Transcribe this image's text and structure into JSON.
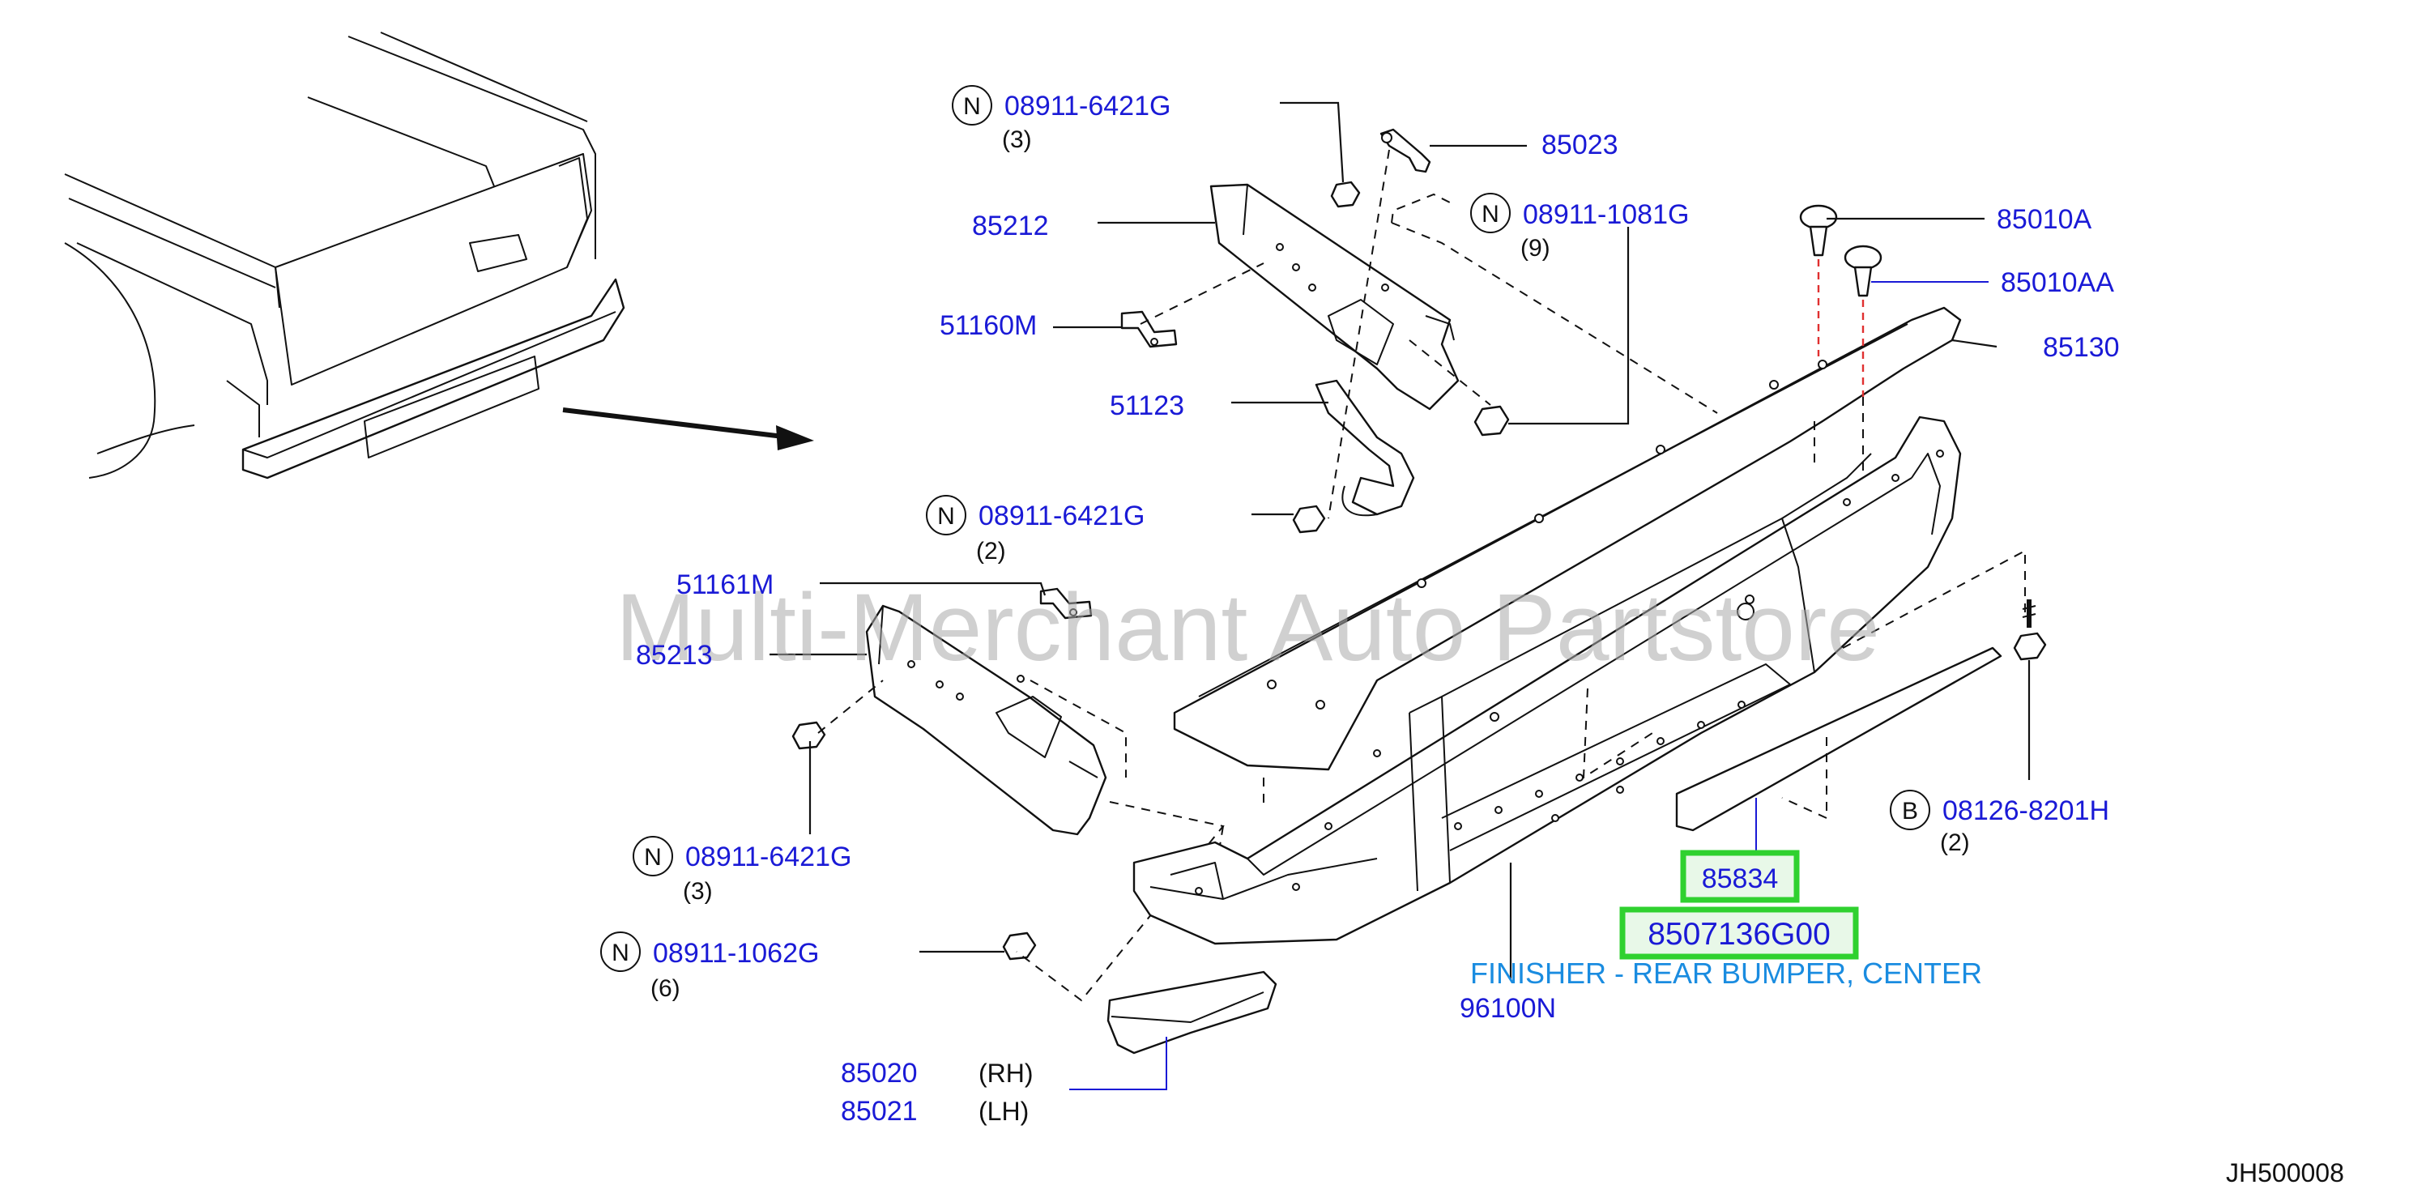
{
  "watermark": "Multi-Merchant Auto Partstore",
  "diagram_code": "JH500008",
  "highlighted": {
    "part_a": "85834",
    "part_b": "8507136G00",
    "description": "FINISHER - REAR BUMPER, CENTER"
  },
  "parts": {
    "n_08911_6421G_top": {
      "badge": "N",
      "number": "08911-6421G",
      "qty": "(3)"
    },
    "p85023": "85023",
    "p85212": "85212",
    "n_08911_1081G": {
      "badge": "N",
      "number": "08911-1081G",
      "qty": "(9)"
    },
    "p85010A": "85010A",
    "p85010AA": "85010AA",
    "p51160M": "51160M",
    "p85130": "85130",
    "p51123": "51123",
    "n_08911_6421G_mid": {
      "badge": "N",
      "number": "08911-6421G",
      "qty": "(2)"
    },
    "p51161M": "51161M",
    "p85213": "85213",
    "n_08911_6421G_low": {
      "badge": "N",
      "number": "08911-6421G",
      "qty": "(3)"
    },
    "b_08126_8201H": {
      "badge": "B",
      "number": "08126-8201H",
      "qty": "(2)"
    },
    "n_08911_1062G": {
      "badge": "N",
      "number": "08911-1062G",
      "qty": "(6)"
    },
    "p96100N": "96100N",
    "p85020": {
      "number": "85020",
      "side": "(RH)"
    },
    "p85021": {
      "number": "85021",
      "side": "(LH)"
    }
  }
}
